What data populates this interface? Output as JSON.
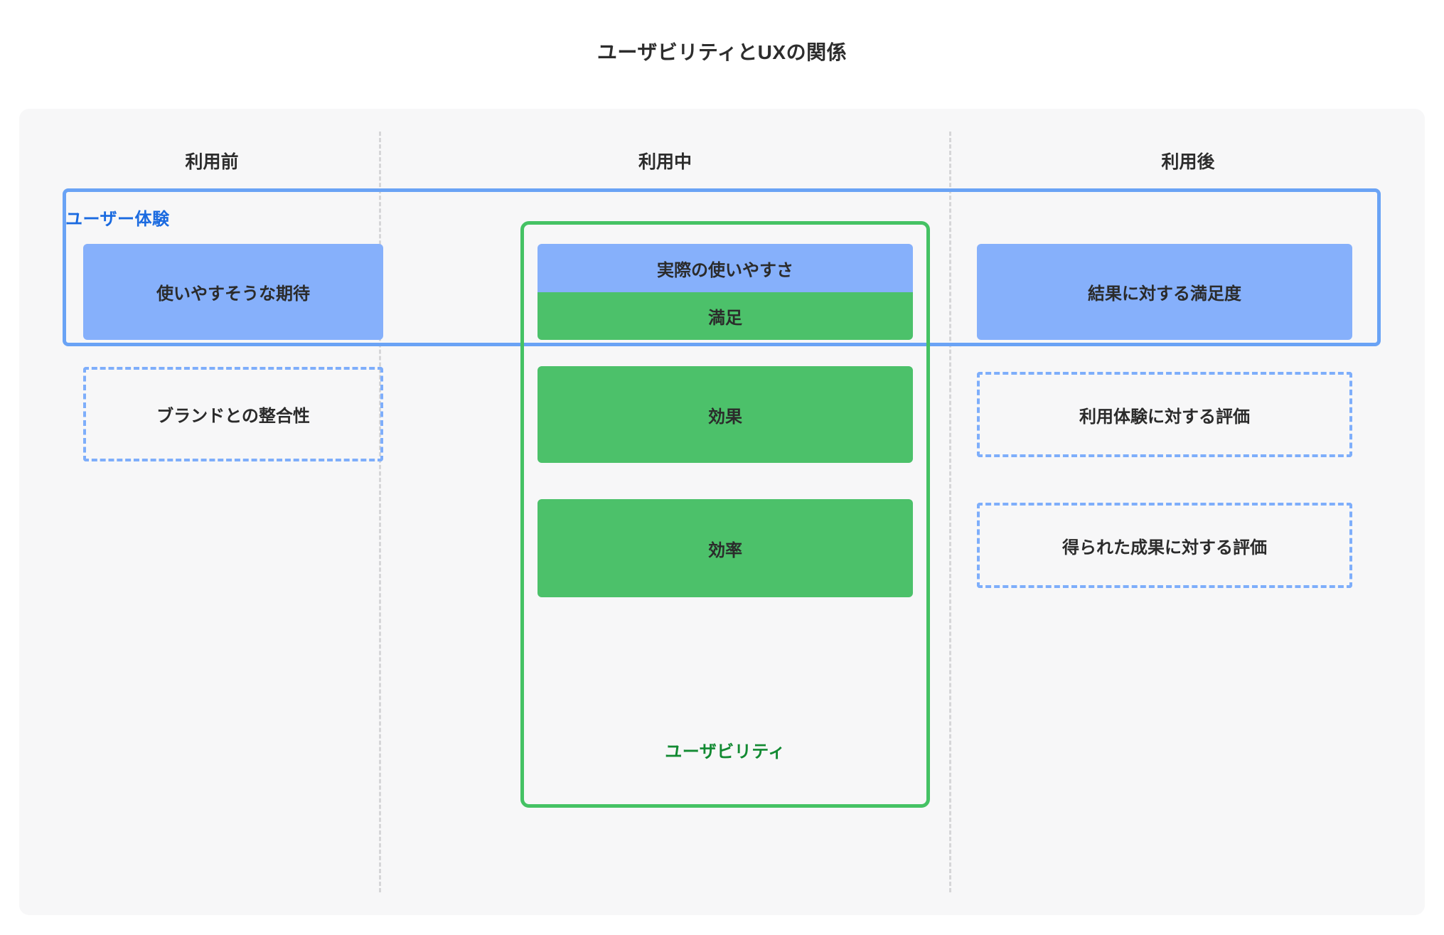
{
  "page": {
    "title": "ユーザビリティとUXの関係",
    "background_color": "#ffffff",
    "board_color": "#f7f7f8"
  },
  "colors": {
    "blue_fill": "#86b0fb",
    "blue_border": "#6aa3f5",
    "blue_label": "#1a6ae0",
    "blue_dashed": "#7eaefb",
    "green_fill": "#4cc16a",
    "green_border": "#45c264",
    "green_label": "#128a32",
    "divider": "#d6d6d8",
    "text": "#2b2b2b"
  },
  "columns": [
    {
      "label": "利用前"
    },
    {
      "label": "利用中"
    },
    {
      "label": "利用後"
    }
  ],
  "frames": {
    "ux": {
      "label": "ユーザー体験",
      "style": "solid",
      "color": "#6aa3f5"
    },
    "usability": {
      "label": "ユーザビリティ",
      "style": "solid",
      "color": "#45c264"
    }
  },
  "cards": {
    "expectation": {
      "label": "使いやすそうな期待",
      "column": "利用前",
      "style": "solid-blue"
    },
    "brand_fit": {
      "label": "ブランドとの整合性",
      "column": "利用前",
      "style": "dashed-blue"
    },
    "actual_usability": {
      "label": "実際の使いやすさ",
      "column": "利用中",
      "style": "solid-blue"
    },
    "satisfaction": {
      "label": "満足",
      "column": "利用中",
      "style": "solid-green"
    },
    "effectiveness": {
      "label": "効果",
      "column": "利用中",
      "style": "solid-green"
    },
    "efficiency": {
      "label": "効率",
      "column": "利用中",
      "style": "solid-green"
    },
    "result_satisfaction": {
      "label": "結果に対する満足度",
      "column": "利用後",
      "style": "solid-blue"
    },
    "ux_evaluation": {
      "label": "利用体験に対する評価",
      "column": "利用後",
      "style": "dashed-blue"
    },
    "outcome_evaluation": {
      "label": "得られた成果に対する評価",
      "column": "利用後",
      "style": "dashed-blue"
    }
  }
}
